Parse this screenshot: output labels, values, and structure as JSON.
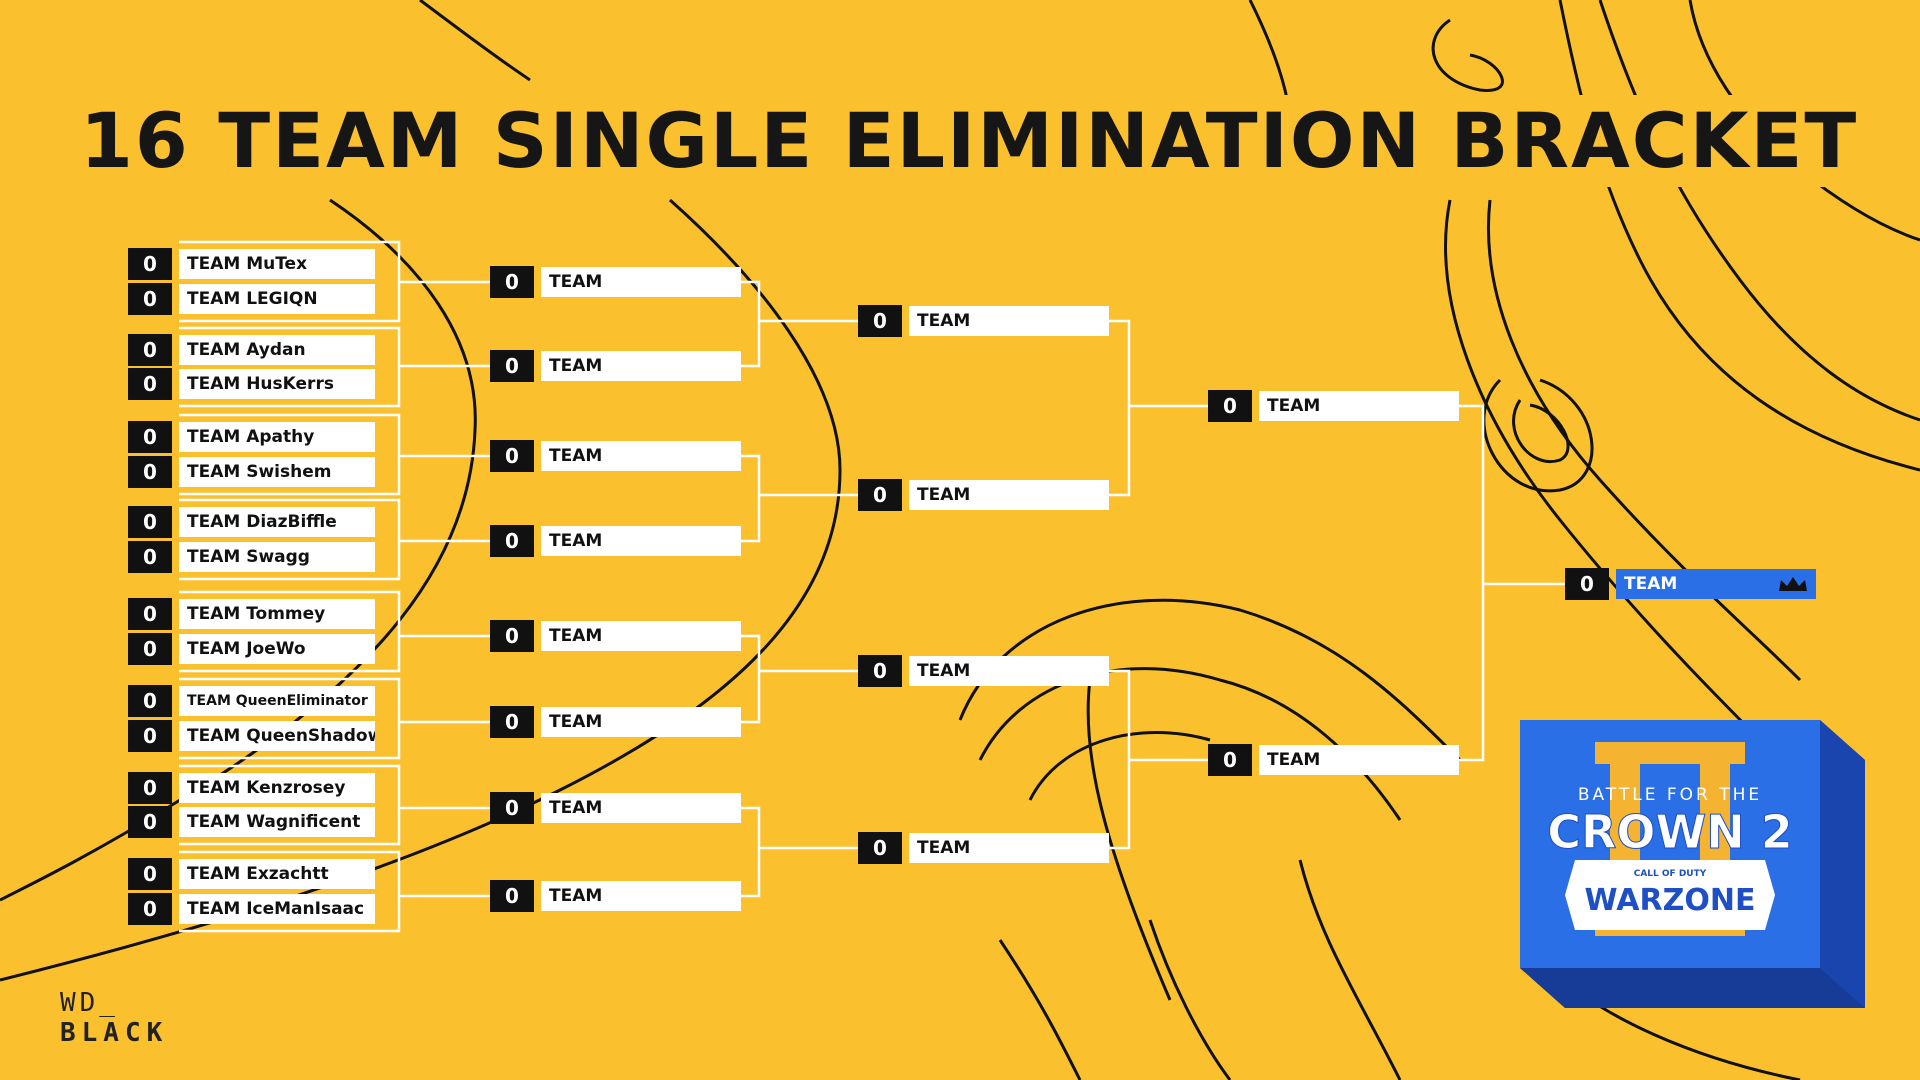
{
  "title": "16 TEAM SINGLE ELIMINATION BRACKET",
  "round1": [
    {
      "score": "0",
      "name": "TEAM MuTex"
    },
    {
      "score": "0",
      "name": "TEAM LEGIQN"
    },
    {
      "score": "0",
      "name": "TEAM Aydan"
    },
    {
      "score": "0",
      "name": "TEAM HusKerrs"
    },
    {
      "score": "0",
      "name": "TEAM Apathy"
    },
    {
      "score": "0",
      "name": "TEAM Swishem"
    },
    {
      "score": "0",
      "name": "TEAM DiazBiffle"
    },
    {
      "score": "0",
      "name": "TEAM Swagg"
    },
    {
      "score": "0",
      "name": "TEAM Tommey"
    },
    {
      "score": "0",
      "name": "TEAM JoeWo"
    },
    {
      "score": "0",
      "name": "TEAM QueenEliminator"
    },
    {
      "score": "0",
      "name": "TEAM QueenShadows"
    },
    {
      "score": "0",
      "name": "TEAM Kenzrosey"
    },
    {
      "score": "0",
      "name": "TEAM Wagnificent"
    },
    {
      "score": "0",
      "name": "TEAM Exzachtt"
    },
    {
      "score": "0",
      "name": "TEAM IceManIsaac"
    }
  ],
  "round2": [
    {
      "score": "0",
      "name": "TEAM"
    },
    {
      "score": "0",
      "name": "TEAM"
    },
    {
      "score": "0",
      "name": "TEAM"
    },
    {
      "score": "0",
      "name": "TEAM"
    },
    {
      "score": "0",
      "name": "TEAM"
    },
    {
      "score": "0",
      "name": "TEAM"
    },
    {
      "score": "0",
      "name": "TEAM"
    },
    {
      "score": "0",
      "name": "TEAM"
    }
  ],
  "round3": [
    {
      "score": "0",
      "name": "TEAM"
    },
    {
      "score": "0",
      "name": "TEAM"
    },
    {
      "score": "0",
      "name": "TEAM"
    },
    {
      "score": "0",
      "name": "TEAM"
    }
  ],
  "round4": [
    {
      "score": "0",
      "name": "TEAM"
    },
    {
      "score": "0",
      "name": "TEAM"
    }
  ],
  "final": {
    "score": "0",
    "name": "TEAM",
    "icon": "crown-icon"
  },
  "event_logo": {
    "line1": "BATTLE FOR THE",
    "line2": "CROWN 2",
    "line3": "CALL OF DUTY",
    "line4": "WARZONE"
  },
  "sponsor_logo": {
    "line1": "WD_",
    "line2": "BLACK"
  },
  "colors": {
    "background": "#FBC02D",
    "ink": "#111111",
    "accent": "#2B6FE6"
  }
}
